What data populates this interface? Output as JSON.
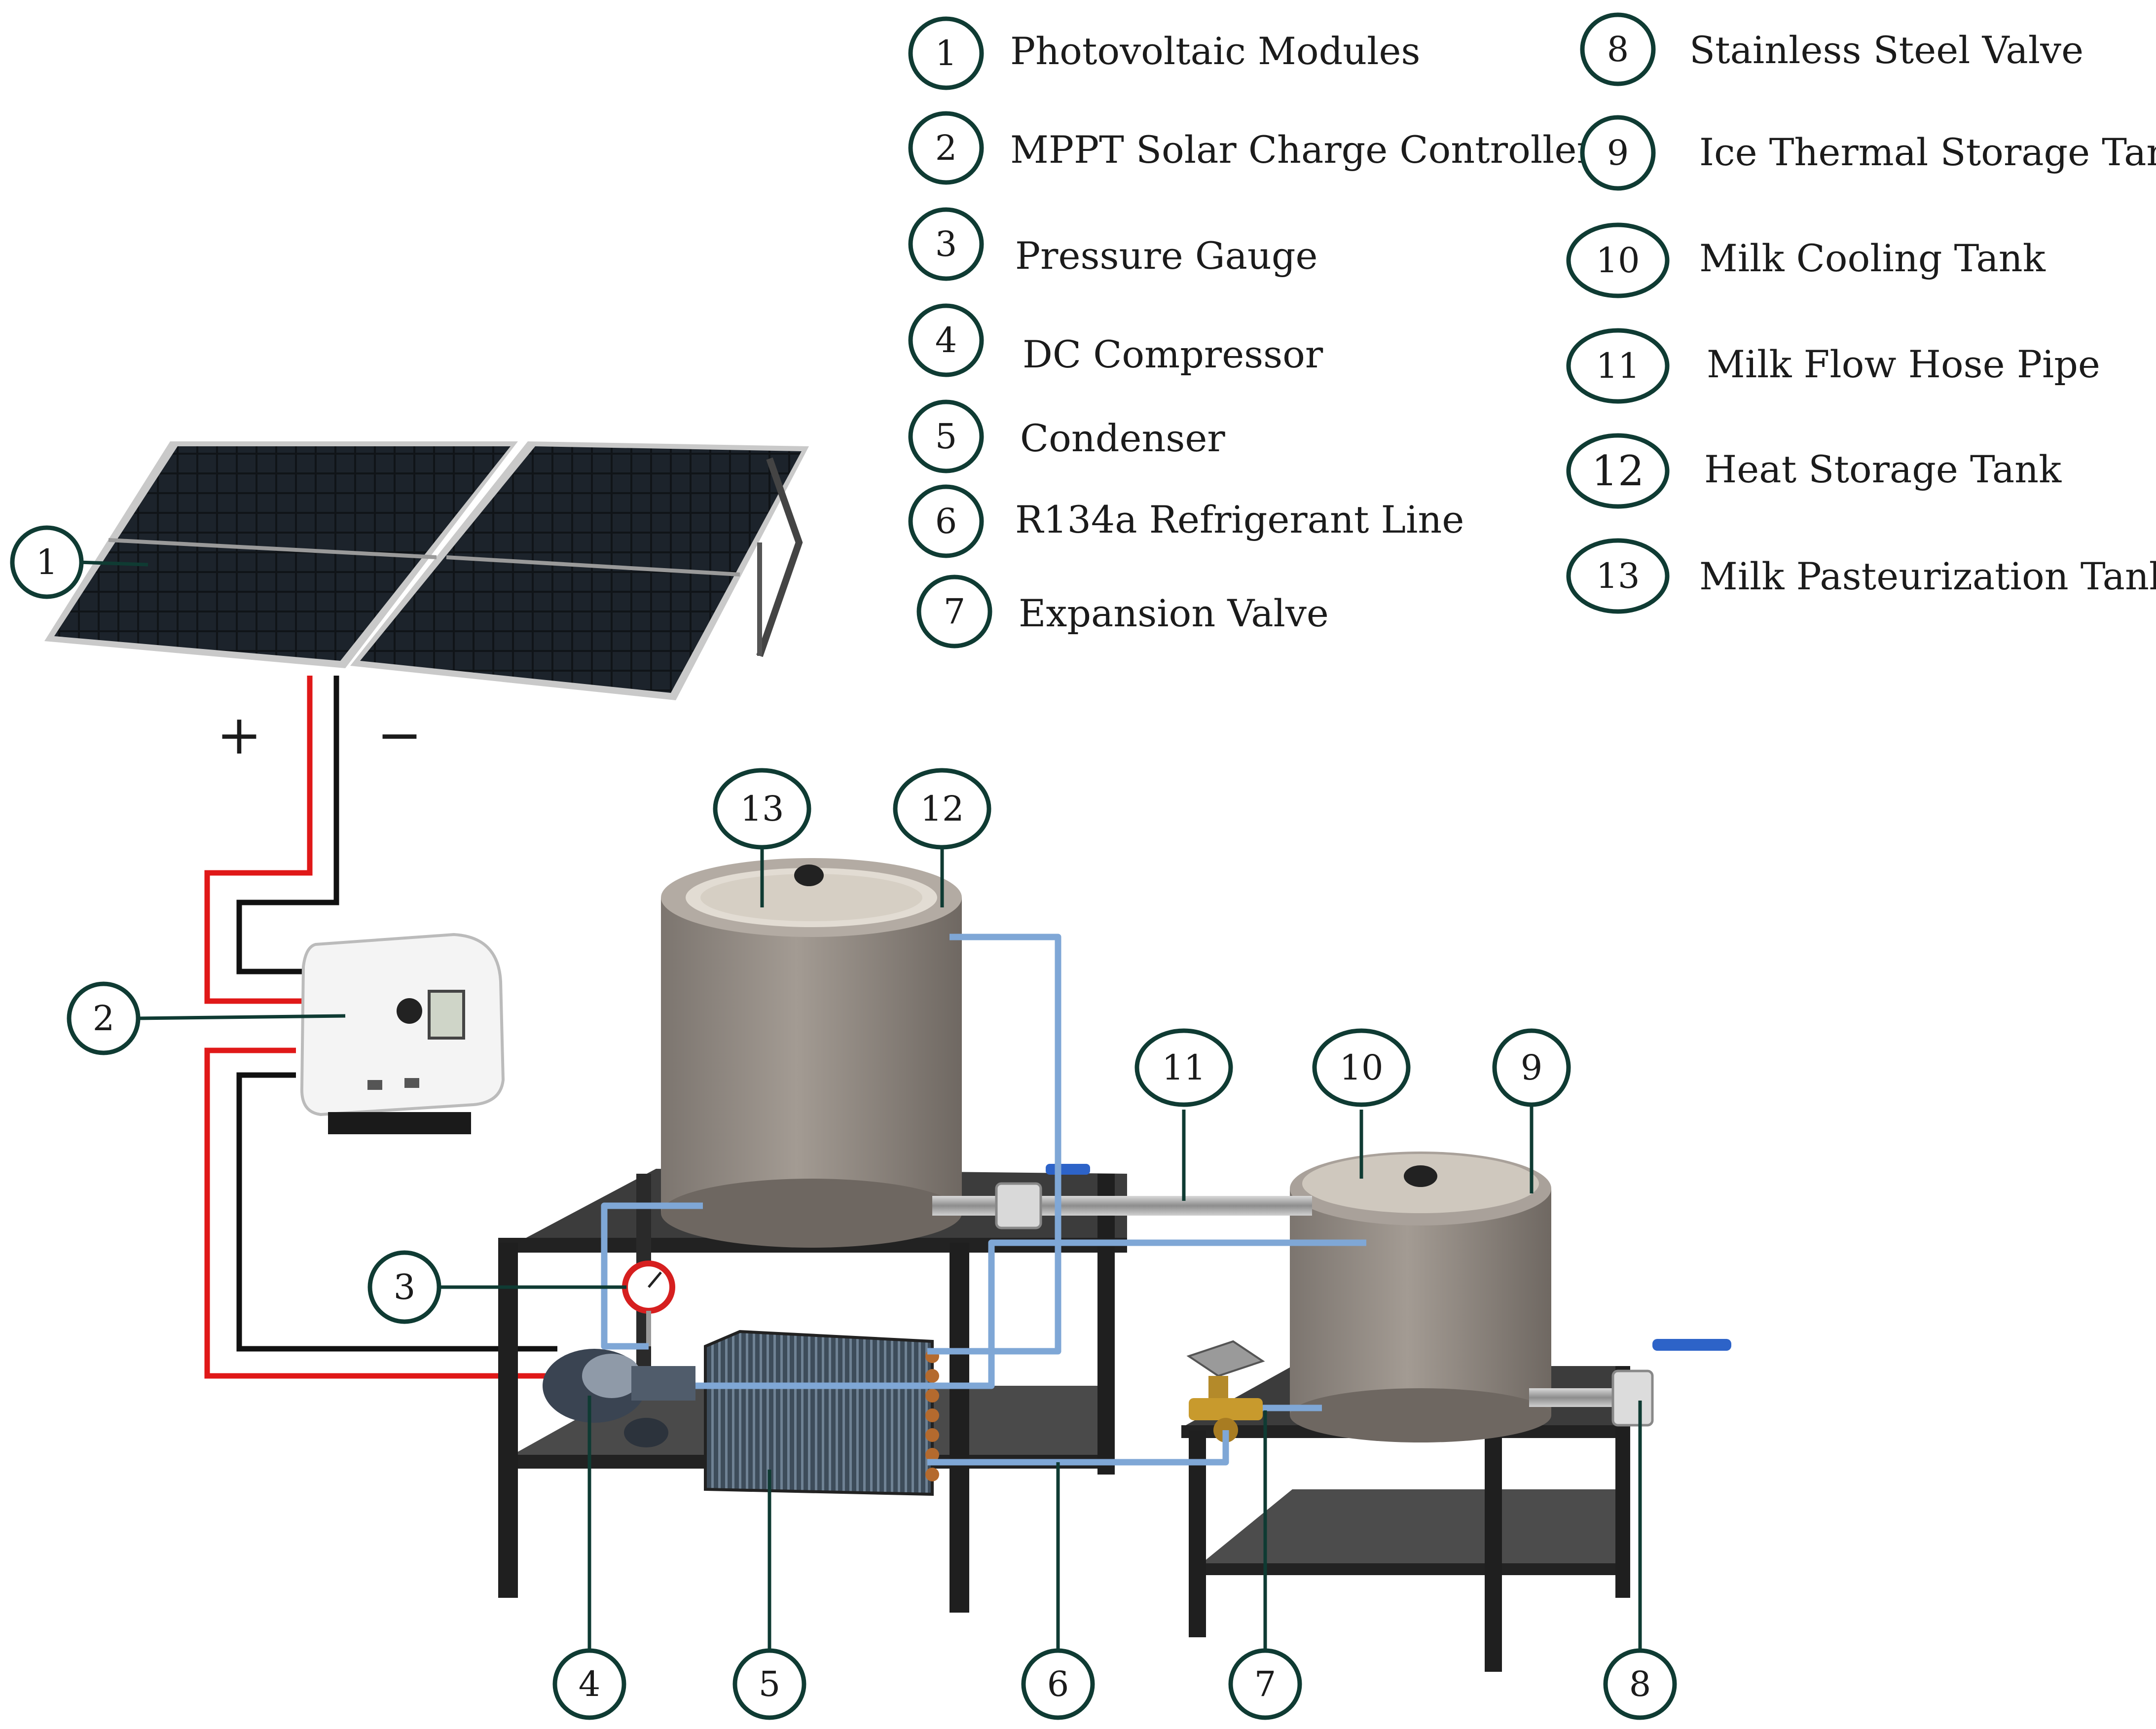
{
  "legend": {
    "left": [
      {
        "num": "1",
        "label": "Photovoltaic  Modules"
      },
      {
        "num": "2",
        "label": "MPPT  Solar Charge Controller"
      },
      {
        "num": "3",
        "label": "Pressure Gauge"
      },
      {
        "num": "4",
        "label": "DC  Compressor"
      },
      {
        "num": "5",
        "label": "Condenser"
      },
      {
        "num": "6",
        "label": "R134a Refrigerant  Line"
      },
      {
        "num": "7",
        "label": "Expansion Valve"
      }
    ],
    "right": [
      {
        "num": "8",
        "label": "Stainless Steel Valve"
      },
      {
        "num": "9",
        "label": "Ice Thermal Storage Tank"
      },
      {
        "num": "10",
        "label": "Milk Cooling Tank"
      },
      {
        "num": "11",
        "label": "Milk Flow Hose Pipe"
      },
      {
        "num": "12",
        "label": "Heat Storage Tank"
      },
      {
        "num": "13",
        "label": "Milk Pasteurization Tank"
      }
    ]
  },
  "polarity": {
    "positive": "+",
    "negative": "−"
  },
  "callouts": [
    "1",
    "2",
    "3",
    "4",
    "5",
    "6",
    "7",
    "8",
    "9",
    "10",
    "11",
    "12",
    "13"
  ],
  "colors": {
    "wire_positive": "#e01818",
    "wire_negative": "#111111",
    "refrigerant_line": "#7fa7d6",
    "callout_ring": "#0f3b33",
    "tank_body": "#948c84",
    "table": "#2a2a2a"
  }
}
